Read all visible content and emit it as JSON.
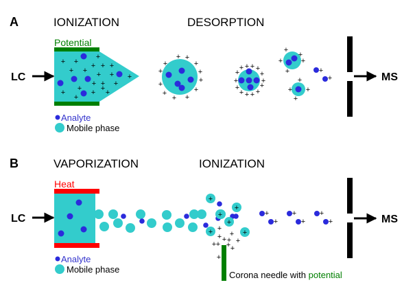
{
  "panel_a": {
    "letter": "A",
    "stage1_title": "IONIZATION",
    "stage2_title": "DESORPTION",
    "electrode_label": "Potential",
    "inlet_label": "LC",
    "outlet_label": "MS",
    "legend": {
      "analyte": "Analyte",
      "mobile_phase": "Mobile phase"
    }
  },
  "panel_b": {
    "letter": "B",
    "stage1_title": "VAPORIZATION",
    "stage2_title": "IONIZATION",
    "heater_label": "Heat",
    "inlet_label": "LC",
    "outlet_label": "MS",
    "needle_label_prefix": "Corona needle with ",
    "needle_label_highlight": "potential",
    "legend": {
      "analyte": "Analyte",
      "mobile_phase": "Mobile phase"
    }
  },
  "symbols": {
    "charge": "+"
  },
  "colors": {
    "mobile_phase": "#33cccc",
    "analyte": "#2b2bdc",
    "potential": "#007f00",
    "heat": "#ff0000",
    "analyte_text": "#3333cc",
    "text": "#000000"
  }
}
